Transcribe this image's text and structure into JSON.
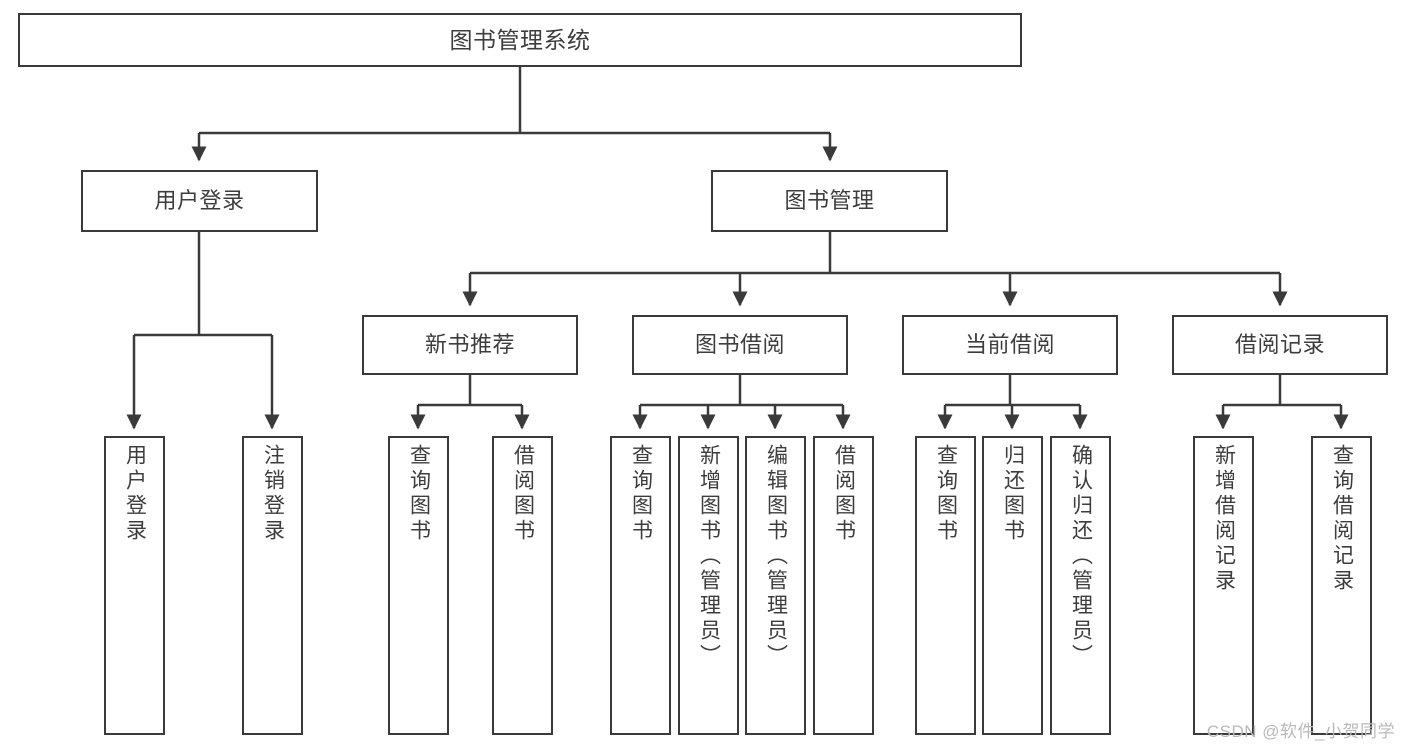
{
  "diagram": {
    "title": "图书管理系统",
    "type": "tree",
    "stroke_color": "#3a3a3a",
    "text_color": "#3d3d3d",
    "background_color": "#ffffff",
    "root": {
      "label": "图书管理系统"
    },
    "level2": [
      {
        "label": "用户登录"
      },
      {
        "label": "图书管理"
      }
    ],
    "level3": [
      {
        "label": "新书推荐"
      },
      {
        "label": "图书借阅"
      },
      {
        "label": "当前借阅"
      },
      {
        "label": "借阅记录"
      }
    ],
    "leaves": {
      "user_login": [
        {
          "label": "用户登录"
        },
        {
          "label": "注销登录"
        }
      ],
      "new_book_recommend": [
        {
          "label": "查询图书"
        },
        {
          "label": "借阅图书"
        }
      ],
      "book_borrow": [
        {
          "label": "查询图书"
        },
        {
          "label": "新增图书（管理员）"
        },
        {
          "label": "编辑图书（管理员）"
        },
        {
          "label": "借阅图书"
        }
      ],
      "current_borrow": [
        {
          "label": "查询图书"
        },
        {
          "label": "归还图书"
        },
        {
          "label": "确认归还（管理员）"
        }
      ],
      "borrow_record": [
        {
          "label": "新增借阅记录"
        },
        {
          "label": "查询借阅记录"
        }
      ]
    }
  },
  "watermark": {
    "text": "CSDN @软件_小贺同学"
  }
}
